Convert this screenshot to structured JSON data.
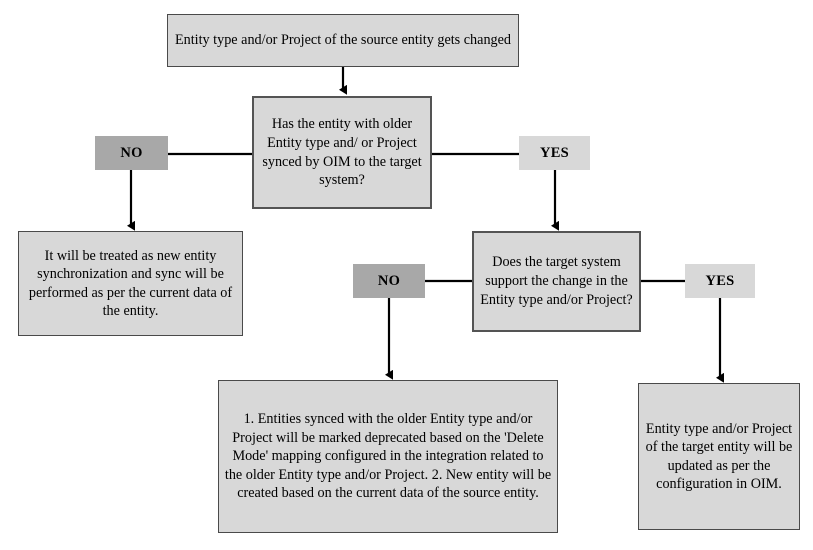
{
  "diagram": {
    "title": "Entity type / Project change synchronization flow",
    "colors": {
      "process_fill": "#d8d8d8",
      "process_border": "#4a4a4a",
      "decision_fill": "#d8d8d8",
      "decision_border": "#545454",
      "label_no_fill": "#a8a8a8",
      "label_yes_fill": "#d8d8d8",
      "connector": "#000000",
      "text": "#000000",
      "background": "#ffffff"
    },
    "nodes": {
      "start": {
        "type": "process",
        "text": "Entity type and/or Project of the source entity gets changed"
      },
      "decision_1": {
        "type": "decision",
        "text": "Has the entity with older Entity type and/ or Project synced  by OIM to the target system?"
      },
      "decision_1_no": {
        "type": "label",
        "text": "NO"
      },
      "decision_1_yes": {
        "type": "label",
        "text": "YES"
      },
      "outcome_new_sync": {
        "type": "process",
        "text": "It will be treated as new entity synchronization and sync will be performed as per the current data of the entity."
      },
      "decision_2": {
        "type": "decision",
        "text": "Does the target system support the change in the Entity type and/or Project?"
      },
      "decision_2_no": {
        "type": "label",
        "text": "NO"
      },
      "decision_2_yes": {
        "type": "label",
        "text": "YES"
      },
      "outcome_deprecate": {
        "type": "process",
        "text": "1. Entities synced with the older Entity type and/or Project will be marked deprecated based on the 'Delete Mode' mapping configured in the integration related to the older Entity type and/or Project. 2. New entity will be created based on the current data of the source entity."
      },
      "outcome_update": {
        "type": "process",
        "text": "Entity type and/or Project of the target entity will be updated as per the configuration in OIM."
      }
    },
    "edges": [
      {
        "from": "start",
        "to": "decision_1",
        "label": ""
      },
      {
        "from": "decision_1",
        "to": "decision_1_no",
        "label": "NO"
      },
      {
        "from": "decision_1",
        "to": "decision_1_yes",
        "label": "YES"
      },
      {
        "from": "decision_1_no",
        "to": "outcome_new_sync",
        "label": ""
      },
      {
        "from": "decision_1_yes",
        "to": "decision_2",
        "label": ""
      },
      {
        "from": "decision_2",
        "to": "decision_2_no",
        "label": "NO"
      },
      {
        "from": "decision_2",
        "to": "decision_2_yes",
        "label": "YES"
      },
      {
        "from": "decision_2_no",
        "to": "outcome_deprecate",
        "label": ""
      },
      {
        "from": "decision_2_yes",
        "to": "outcome_update",
        "label": ""
      }
    ]
  }
}
